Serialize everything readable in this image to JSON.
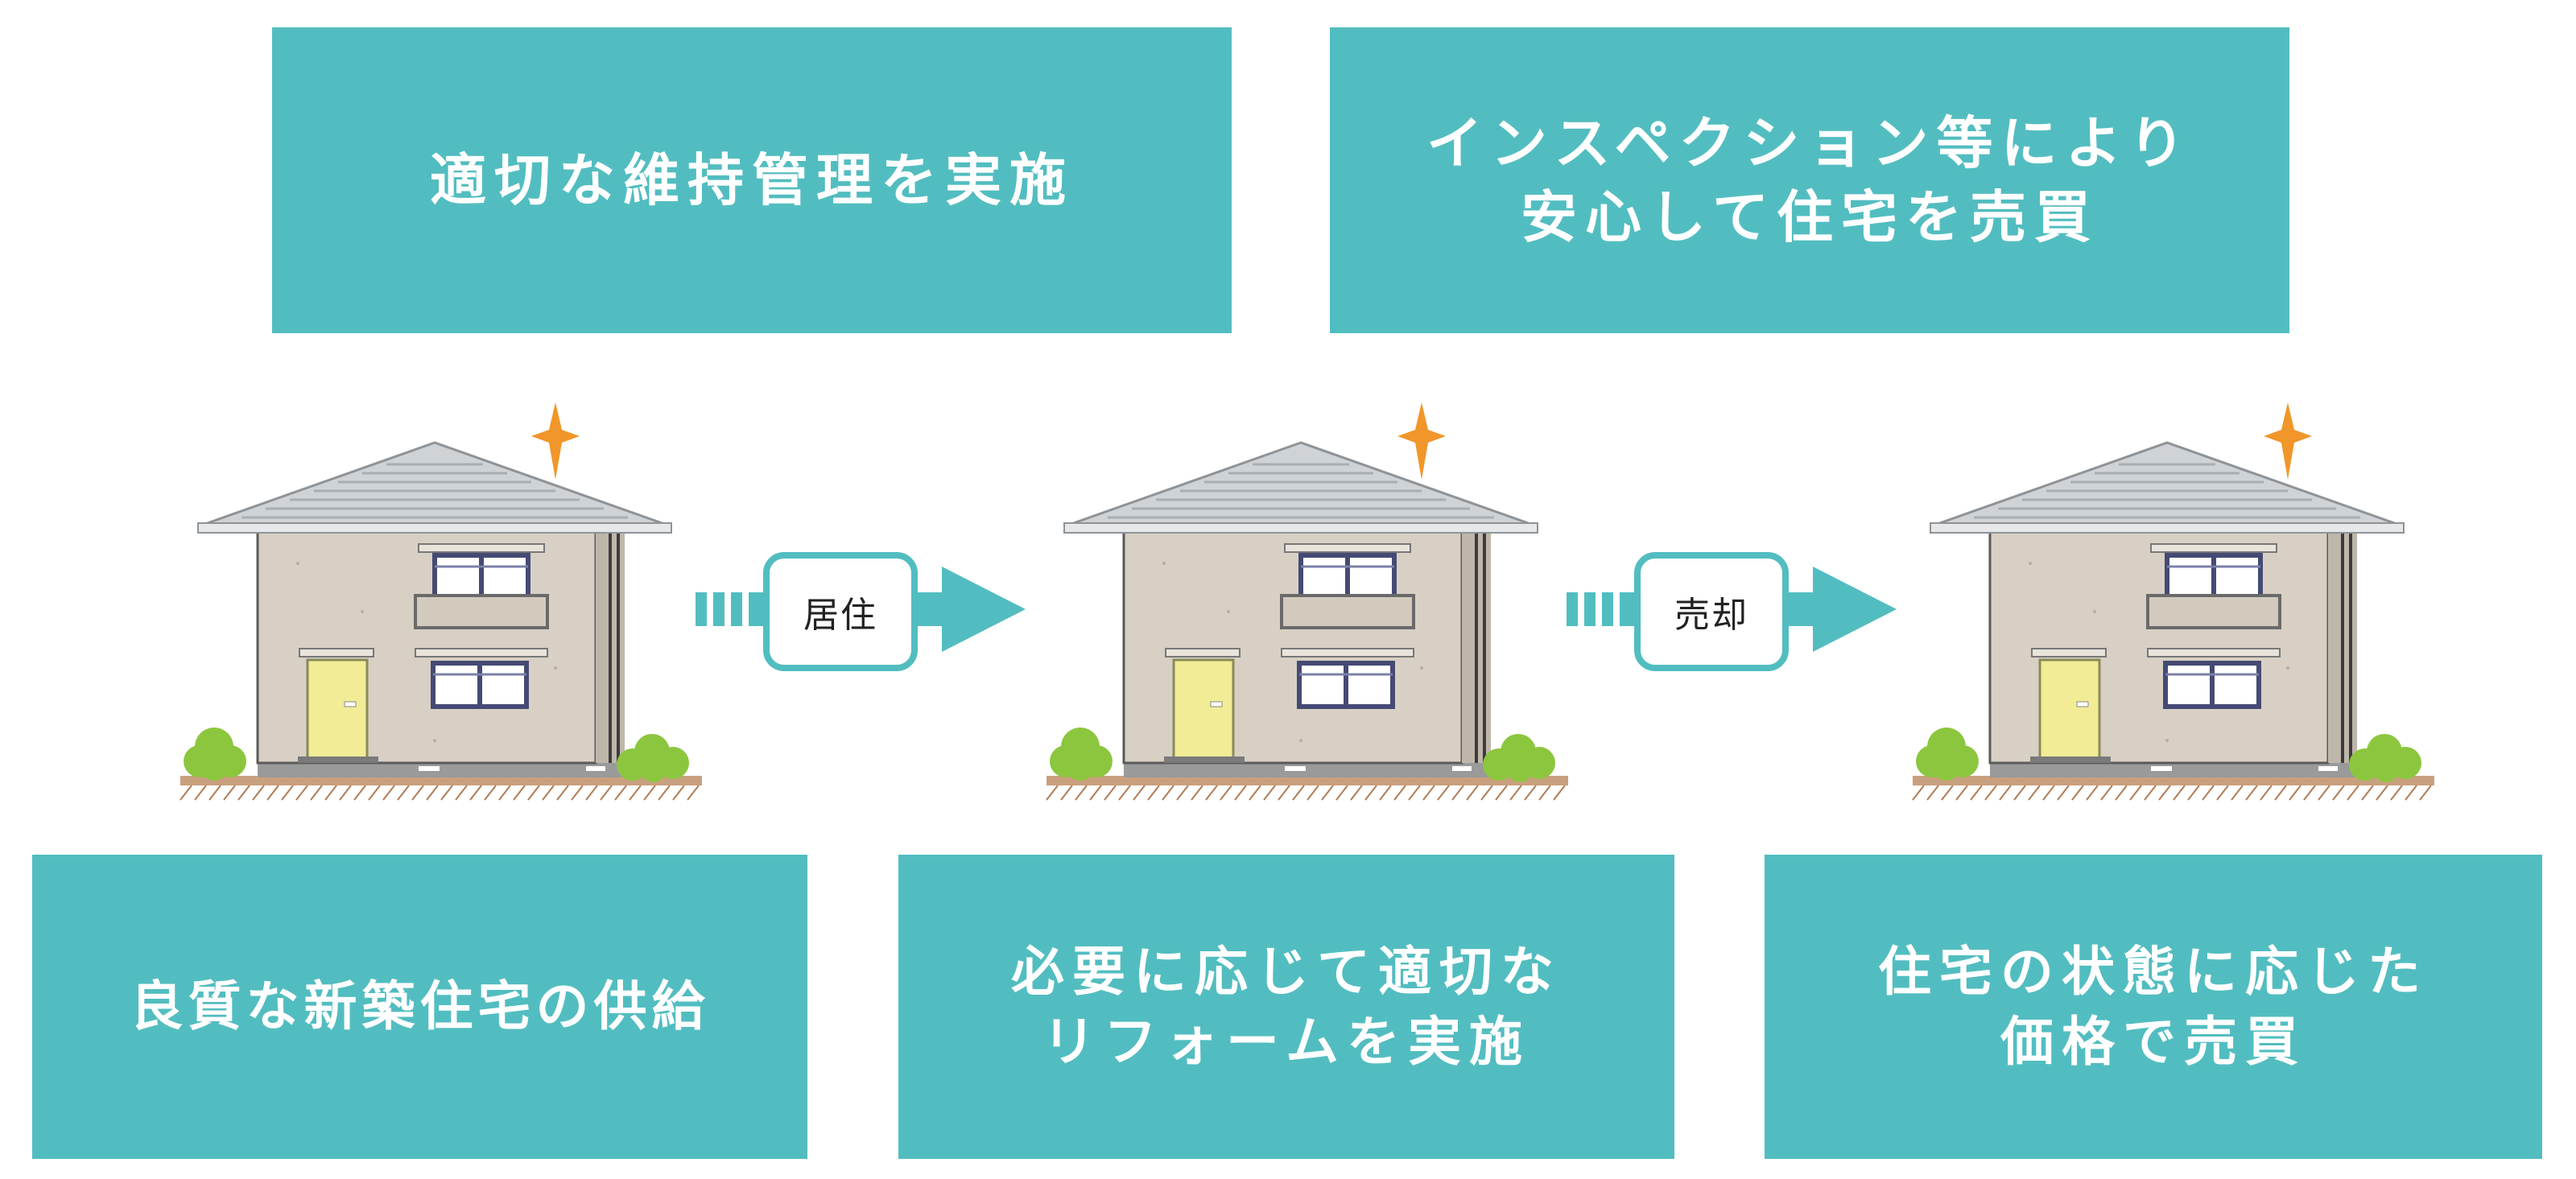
{
  "colors": {
    "box_fill": "#52bdc0",
    "box_text": "#ffffff",
    "arrow_fill": "#52bdc0",
    "wall": "#d8d0c4",
    "roof": "#cfd3d6",
    "door": "#f2ec96",
    "bush": "#8cc63f",
    "sparkle": "#f0962a"
  },
  "boxes": {
    "top_left": {
      "line1": "適切な維持管理を実施"
    },
    "top_right": {
      "line1": "インスペクション等により",
      "line2": "安心して住宅を売買"
    },
    "bottom_left": {
      "line1": "良質な新築住宅の供給"
    },
    "bottom_mid": {
      "line1": "必要に応じて適切な",
      "line2": "リフォームを実施"
    },
    "bottom_right": {
      "line1": "住宅の状態に応じた",
      "line2": "価格で売買"
    }
  },
  "arrows": [
    {
      "label": "居住"
    },
    {
      "label": "売却"
    }
  ],
  "icons": {
    "house": "house-icon",
    "sparkle": "sparkle-icon",
    "arrow": "arrow-right-icon"
  }
}
